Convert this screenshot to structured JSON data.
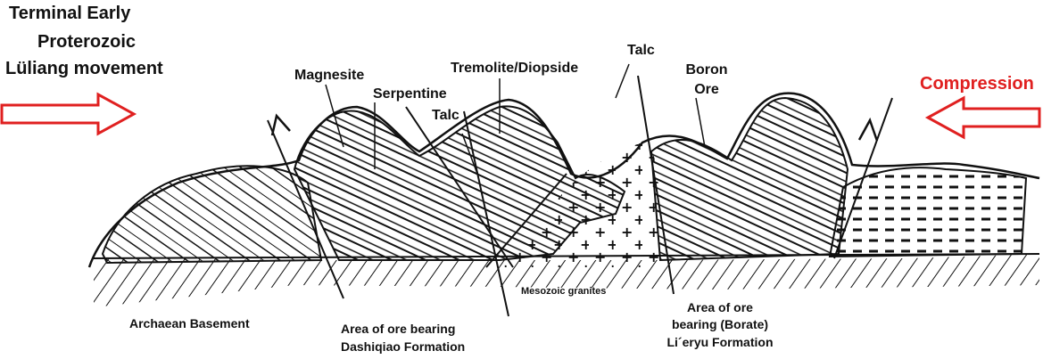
{
  "title": {
    "line1": "Terminal Early",
    "line2": "Proterozoic",
    "line3": "Lüliang movement"
  },
  "compression_label": "Compression",
  "labels": {
    "magnesite": "Magnesite",
    "serpentine": "Serpentine",
    "talc_left": "Talc",
    "tremolite": "Tremolite/Diopside",
    "talc_top": "Talc",
    "boron1": "Boron",
    "boron2": "Ore",
    "granite": "Mesozoic granites",
    "archaean": "Archaean Basement",
    "dashiqiao1": "Area of ore bearing",
    "dashiqiao2": "Dashiqiao Formation",
    "lieryu1": "Area of ore",
    "lieryu2": "bearing (Borate)",
    "lieryu3": "Li´eryu Formation"
  },
  "colors": {
    "arrow": "#e02020",
    "ink": "#111111"
  },
  "icons": {
    "compression_arrows": "hollow-arrow",
    "fault_arrows": "arrowhead"
  }
}
